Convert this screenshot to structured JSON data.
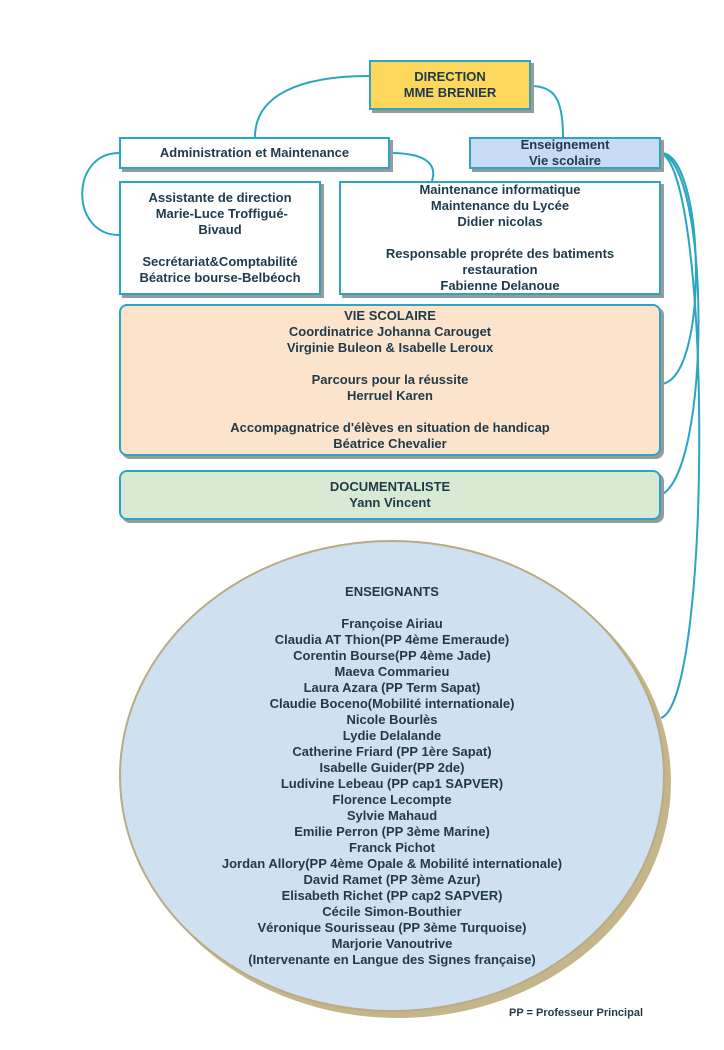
{
  "direction": {
    "lines": [
      "DIRECTION",
      "MME BRENIER"
    ]
  },
  "admin": {
    "label": "Administration et Maintenance"
  },
  "enseignement": {
    "lines": [
      "Enseignement",
      "Vie scolaire"
    ]
  },
  "assistant": {
    "lines": [
      "Assistante de direction",
      " Marie-Luce Troffigué-",
      "Bivaud",
      "",
      "Secrétariat&Comptabilité",
      "Béatrice bourse-Belbéoch"
    ]
  },
  "maintenance": {
    "lines": [
      "Maintenance informatique",
      "Maintenance du Lycée",
      "Didier nicolas",
      "",
      "Responsable propréte des batiments",
      "restauration",
      "Fabienne Delanoue"
    ]
  },
  "vie_scolaire": {
    "lines": [
      "VIE SCOLAIRE",
      "Coordinatrice Johanna Carouget",
      "Virginie Buleon & Isabelle Leroux",
      "",
      "Parcours pour la réussite",
      "Herruel Karen",
      "",
      "Accompagnatrice d'élèves en situation de handicap",
      "Béatrice Chevalier"
    ]
  },
  "documentaliste": {
    "lines": [
      "DOCUMENTALISTE",
      "Yann Vincent"
    ]
  },
  "enseignants": {
    "title": "ENSEIGNANTS",
    "members": [
      "Françoise Airiau",
      "Claudia AT Thion(PP 4ème Emeraude)",
      "Corentin Bourse(PP 4ème Jade)",
      "Maeva Commarieu",
      "Laura Azara (PP Term Sapat)",
      "Claudie Boceno(Mobilité internationale)",
      "Nicole Bourlès",
      "Lydie Delalande",
      "Catherine Friard (PP 1ère Sapat)",
      "Isabelle Guider(PP 2de)",
      "Ludivine Lebeau (PP cap1 SAPVER)",
      "Florence Lecompte",
      "Sylvie Mahaud",
      "Emilie Perron (PP 3ème Marine)",
      "Franck Pichot",
      "Jordan Allory(PP 4ème Opale & Mobilité internationale)",
      "David Ramet (PP 3ème Azur)",
      "Elisabeth Richet (PP cap2 SAPVER)",
      "Cécile Simon-Bouthier",
      "Véronique Sourisseau (PP 3ème Turquoise)",
      "Marjorie Vanoutrive",
      "(Intervenante en Langue des Signes française)"
    ]
  },
  "legend": "PP = Professeur Principal",
  "colors": {
    "connector": "#2aa5c2",
    "direction_fill": "#fcd75c",
    "enseignement_fill": "#c7dbf5",
    "vie_scolaire_fill": "#fce4cc",
    "documentaliste_fill": "#d8ead4",
    "enseignants_fill": "#cfe0f0"
  }
}
